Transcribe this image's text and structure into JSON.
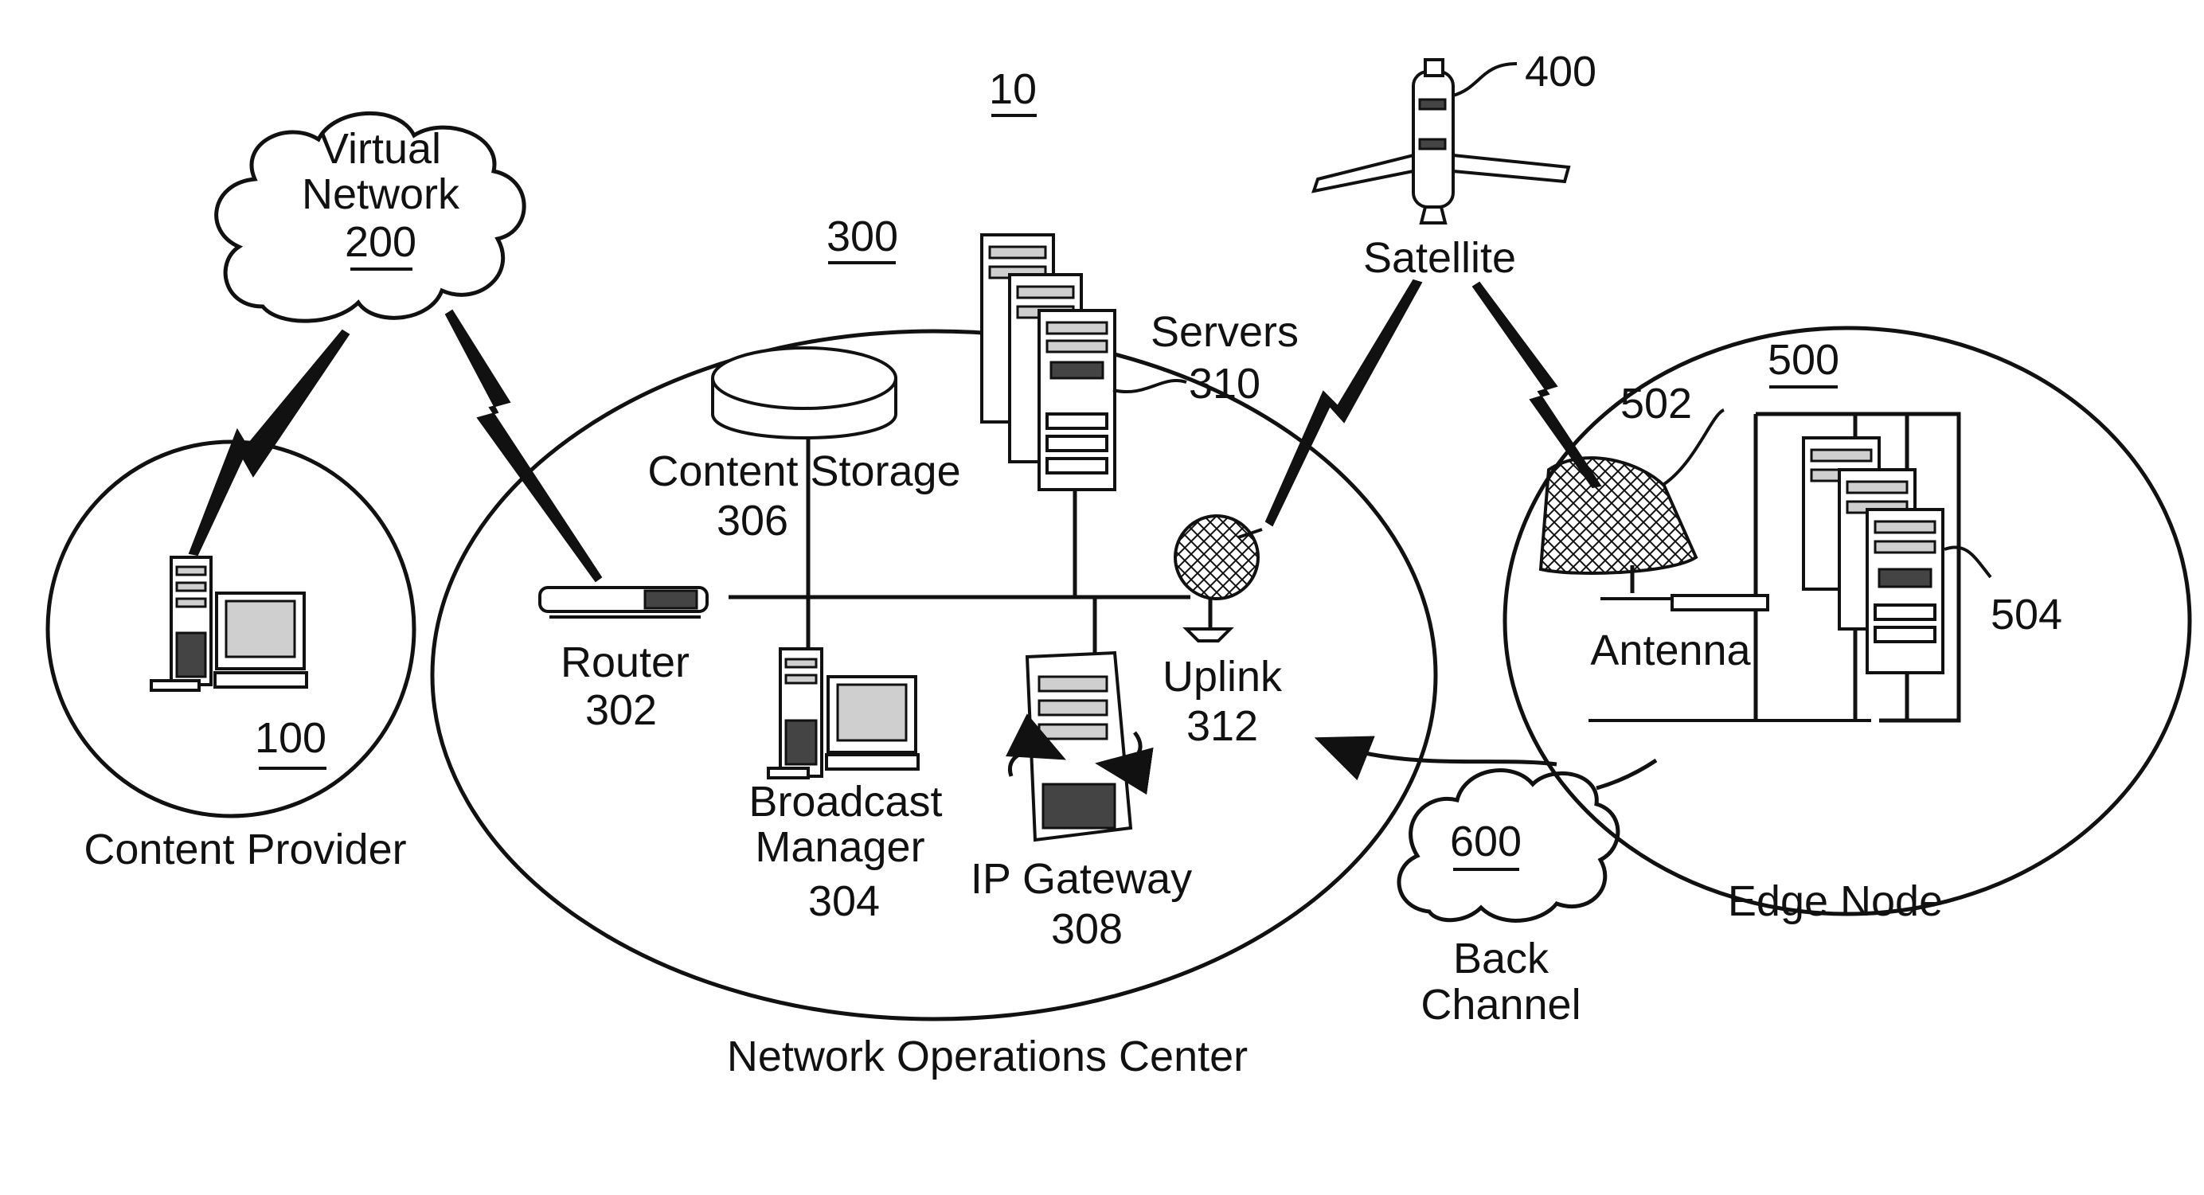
{
  "figure_number": "10",
  "nodes": {
    "virtual_network": {
      "line1": "Virtual",
      "line2": "Network",
      "number": "200"
    },
    "content_provider": {
      "label": "Content Provider",
      "number": "100"
    },
    "noc": {
      "label": "Network Operations Center",
      "number": "300",
      "content_storage": {
        "label": "Content Storage",
        "number": "306"
      },
      "servers": {
        "label": "Servers",
        "number": "310"
      },
      "router": {
        "label": "Router",
        "number": "302"
      },
      "broadcast_manager": {
        "line1": "Broadcast",
        "line2": "Manager",
        "number": "304"
      },
      "ip_gateway": {
        "label": "IP Gateway",
        "number": "308"
      },
      "uplink": {
        "label": "Uplink",
        "number": "312"
      }
    },
    "satellite": {
      "label": "Satellite",
      "number": "400"
    },
    "edge_node": {
      "label": "Edge Node",
      "number": "500",
      "antenna": {
        "label": "Antenna",
        "number": "502"
      },
      "servers_number": "504"
    },
    "back_channel": {
      "line1": "Back",
      "line2": "Channel",
      "number": "600"
    }
  }
}
